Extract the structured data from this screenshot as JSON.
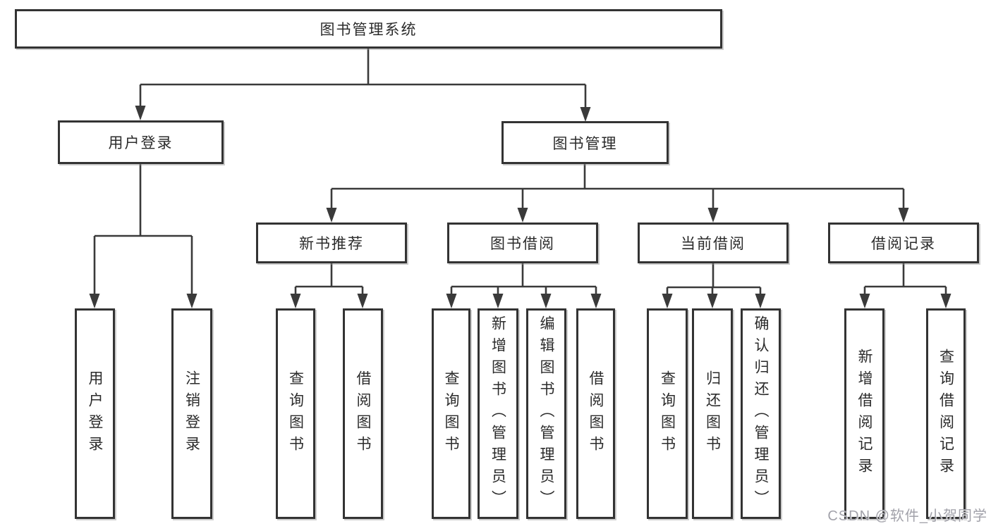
{
  "diagram": {
    "title": "图书管理系统",
    "user_login": {
      "label": "用户登录",
      "children": [
        "用户登录",
        "注销登录"
      ]
    },
    "book_mgmt": {
      "label": "图书管理",
      "sections": [
        {
          "label": "新书推荐",
          "children": [
            "查询图书",
            "借阅图书"
          ]
        },
        {
          "label": "图书借阅",
          "children": [
            "查询图书",
            "新增图书（管理员）",
            "编辑图书（管理员）",
            "借阅图书"
          ]
        },
        {
          "label": "当前借阅",
          "children": [
            "查询图书",
            "归还图书",
            "确认归还（管理员）"
          ]
        },
        {
          "label": "借阅记录",
          "children": [
            "新增借阅记录",
            "查询借阅记录"
          ]
        }
      ]
    },
    "watermark": "CSDN @软件_小贺同学",
    "colors": {
      "line": "#3a3a3a",
      "border": "#333333",
      "text": "#2b2b2b",
      "watermark": "#a2a2aa",
      "background": "#ffffff"
    }
  }
}
